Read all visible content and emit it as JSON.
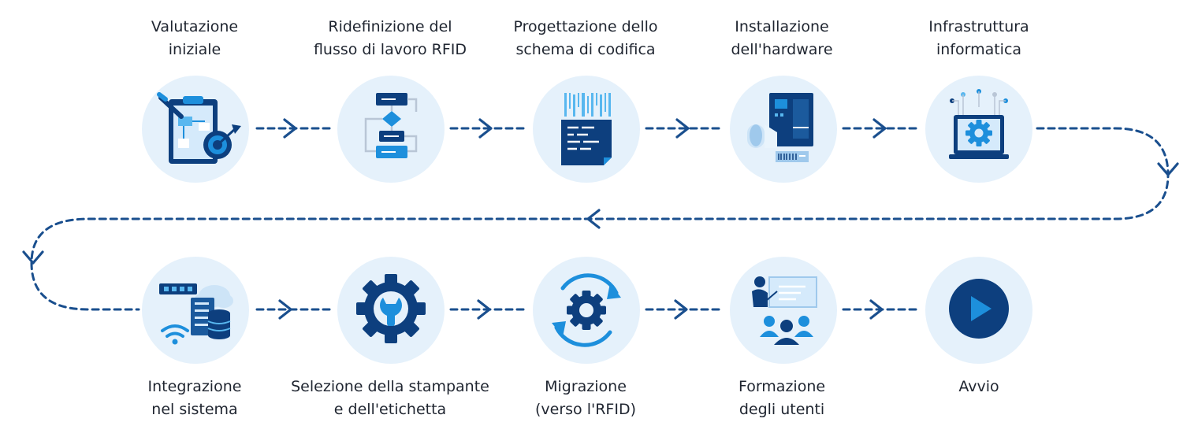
{
  "colors": {
    "navy": "#0d3f7e",
    "blue": "#1d8fdc",
    "light_blue": "#58b7ef",
    "circle_bg": "#e5f1fb",
    "connector": "#1a4f8e",
    "text": "#1f2530"
  },
  "steps": [
    {
      "label": "Valutazione\niniziale",
      "icon": "clipboard-target-icon"
    },
    {
      "label": "Ridefinizione del\nflusso di lavoro RFID",
      "icon": "workflow-icon"
    },
    {
      "label": "Progettazione dello\nschema di codifica",
      "icon": "document-code-icon"
    },
    {
      "label": "Installazione\ndell'hardware",
      "icon": "printer-hardware-icon"
    },
    {
      "label": "Infrastruttura\ninformatica",
      "icon": "laptop-gear-icon"
    },
    {
      "label": "Integrazione\nnel sistema",
      "icon": "server-network-icon"
    },
    {
      "label": "Selezione della stampante\ne dell'etichetta",
      "icon": "gear-wrench-icon"
    },
    {
      "label": "Migrazione\n(verso l'RFID)",
      "icon": "gear-cycle-icon"
    },
    {
      "label": "Formazione\ndegli utenti",
      "icon": "training-icon"
    },
    {
      "label": "Avvio",
      "icon": "play-icon"
    }
  ]
}
